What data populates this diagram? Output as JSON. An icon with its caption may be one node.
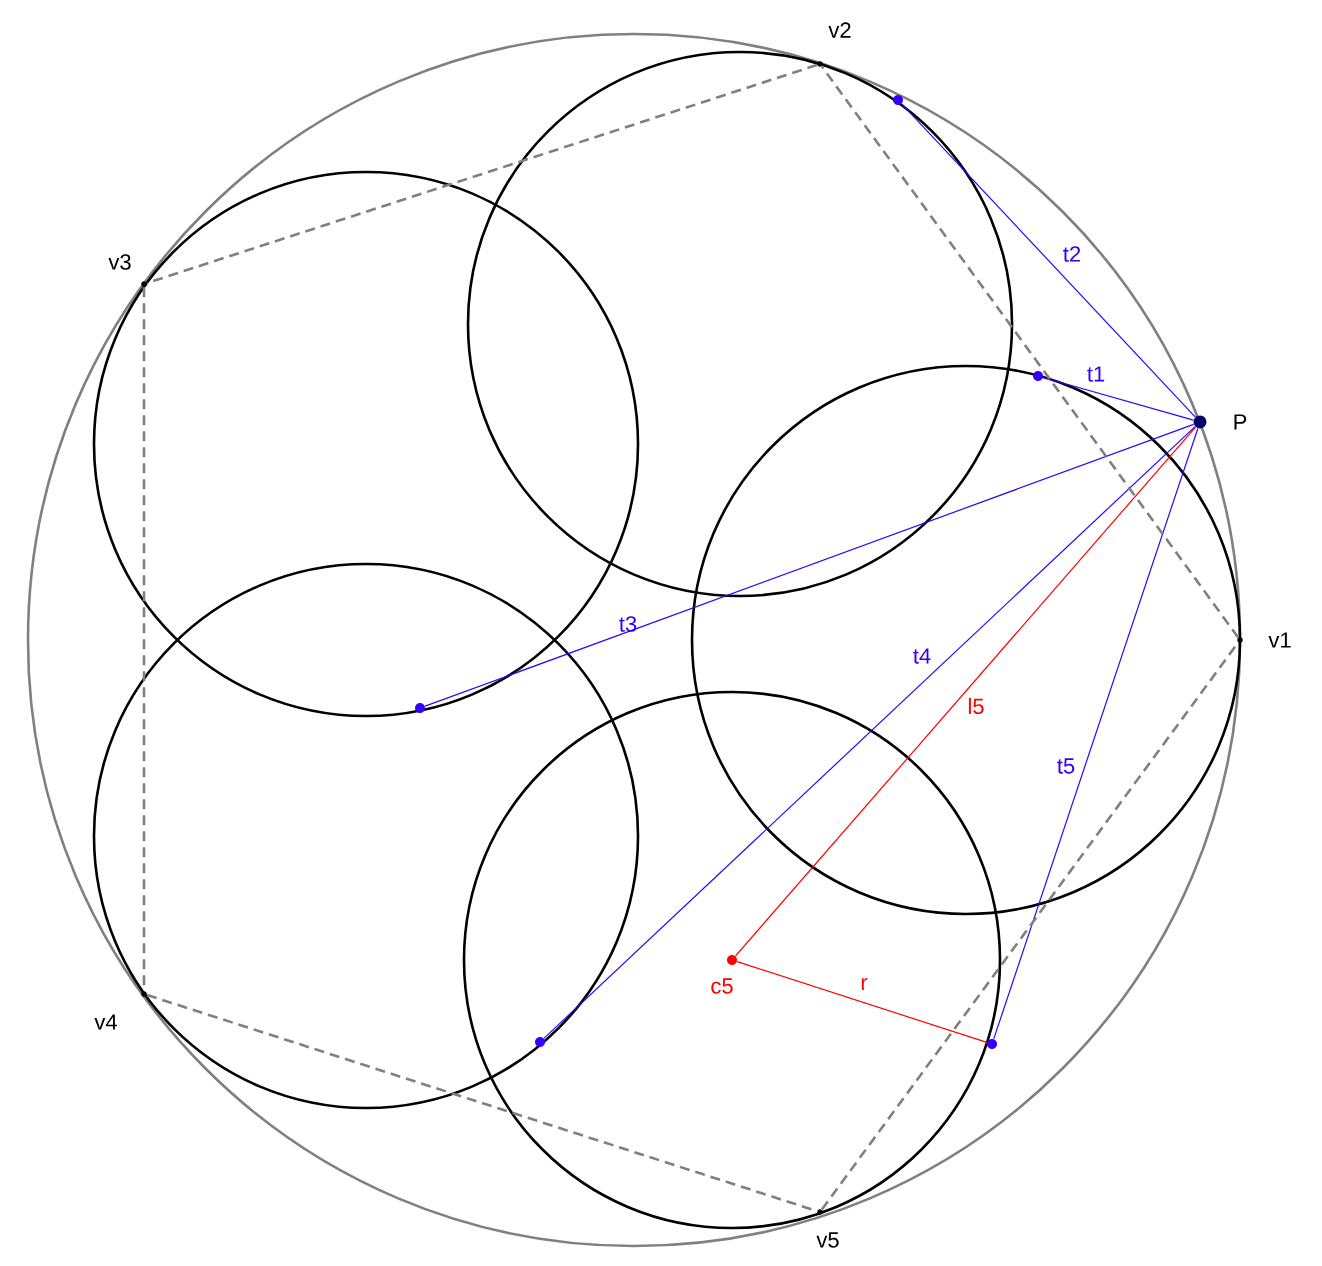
{
  "diagram": {
    "nodes": [
      {
        "text": [
          "P"
        ]
      },
      {
        "text": [
          "v1"
        ]
      },
      {
        "text": [
          "v2"
        ]
      },
      {
        "text": [
          "v3"
        ]
      },
      {
        "text": [
          "v4"
        ]
      },
      {
        "text": [
          "v5"
        ]
      },
      {
        "text": [
          "c5"
        ]
      },
      {
        "text": [],
        "shape": "circle"
      },
      {
        "text": [],
        "shape": "circle"
      },
      {
        "text": [],
        "shape": "circle"
      },
      {
        "text": [],
        "shape": "circle"
      },
      {
        "text": [],
        "shape": "circle"
      }
    ],
    "edges": [
      {
        "from": 0,
        "to": 7,
        "arrow": "none",
        "label": "t1",
        "color": "#3300ff"
      },
      {
        "from": 0,
        "to": 8,
        "arrow": "none",
        "label": "t2",
        "color": "#3300ff"
      },
      {
        "from": 0,
        "to": 9,
        "arrow": "none",
        "label": "t3",
        "color": "#3300ff"
      },
      {
        "from": 0,
        "to": 10,
        "arrow": "none",
        "label": "t4",
        "color": "#3300ff"
      },
      {
        "from": 0,
        "to": 11,
        "arrow": "none",
        "label": "t5",
        "color": "#3300ff"
      },
      {
        "from": 0,
        "to": 6,
        "arrow": "none",
        "label": "l5",
        "color": "#ff0000"
      },
      {
        "from": 6,
        "to": 11,
        "arrow": "none",
        "label": "r",
        "color": "#ff0000"
      },
      {
        "from": 1,
        "to": 2,
        "arrow": "none",
        "style": "dashed",
        "color": "#808080"
      },
      {
        "from": 2,
        "to": 3,
        "arrow": "none",
        "style": "dashed",
        "color": "#808080"
      },
      {
        "from": 3,
        "to": 4,
        "arrow": "none",
        "style": "dashed",
        "color": "#808080"
      },
      {
        "from": 4,
        "to": 5,
        "arrow": "none",
        "style": "dashed",
        "color": "#808080"
      },
      {
        "from": 5,
        "to": 1,
        "arrow": "none",
        "style": "dashed",
        "color": "#808080"
      }
    ]
  }
}
